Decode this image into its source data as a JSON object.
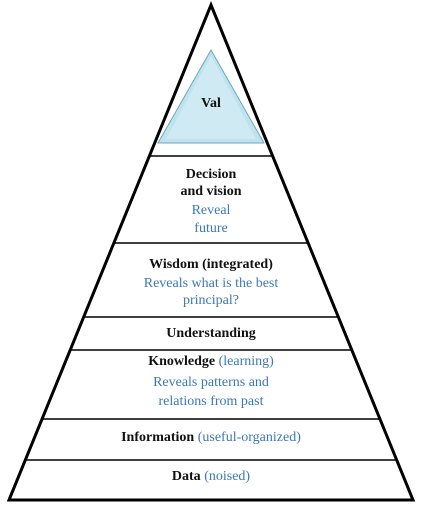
{
  "colors": {
    "outline": "#000000",
    "apex_fill": "#bfe3ee",
    "apex_stroke": "#6fa6bd",
    "accent_text": "#3b78b8"
  },
  "apex": {
    "label": "Val"
  },
  "levels": [
    {
      "title": "Decision",
      "title2": "and vision",
      "desc1": "Reveal",
      "desc2": "future"
    },
    {
      "title": "Wisdom (integrated)",
      "desc1": "Reveals what is the best",
      "desc2": "principal?"
    },
    {
      "title": "Understanding"
    },
    {
      "title": "Knowledge",
      "title_note": "(learning)",
      "desc1": "Reveals patterns and",
      "desc2": "relations from past"
    },
    {
      "title": "Information",
      "title_note": "(useful-organized)"
    },
    {
      "title": "Data",
      "title_note": "(noised)"
    }
  ]
}
